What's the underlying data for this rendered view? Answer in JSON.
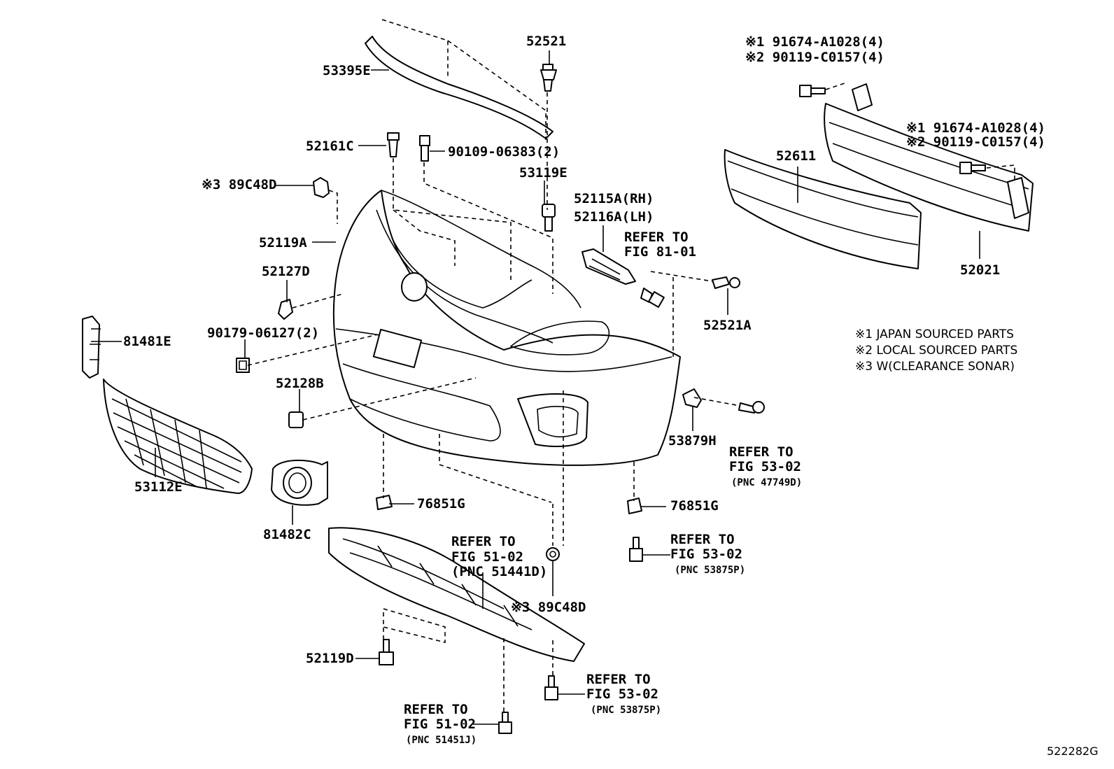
{
  "labels": {
    "p53395E": "53395E",
    "p52521": "52521",
    "p52161C": "52161C",
    "p90109": "90109-06383(2)",
    "p53119E": "53119E",
    "p389C48D_top": "※3 89C48D",
    "p52119A": "52119A",
    "p52127D": "52127D",
    "p90179": "90179-06127(2)",
    "p81481E": "81481E",
    "p52128B": "52128B",
    "p53112E": "53112E",
    "p81482C": "81482C",
    "p52115A": "52115A(RH)",
    "p52116A": "52116A(LH)",
    "p52521A": "52521A",
    "p53879H": "53879H",
    "p76851G_left": "76851G",
    "p76851G_right": "76851G",
    "p389C48D_bottom": "※3 89C48D",
    "p52119D": "52119D",
    "p52611": "52611",
    "p52021": "52021",
    "p191674_top": "※1 91674-A1028(4)",
    "p290119_top": "※2 90119-C0157(4)",
    "p191674_right": "※1 91674-A1028(4)",
    "p290119_right": "※2 90119-C0157(4)"
  },
  "refers": {
    "fig8101": {
      "line1": "REFER TO",
      "line2": "FIG 81-01"
    },
    "fig5302a": {
      "line1": "REFER TO",
      "line2": "FIG 53-02",
      "line3": "(PNC 47749D)"
    },
    "fig5102a": {
      "line1": "REFER TO",
      "line2": "FIG 51-02",
      "line3": "(PNC 51441D)"
    },
    "fig5302b": {
      "line1": "REFER TO",
      "line2": "FIG 53-02",
      "line3": "(PNC 53875P)"
    },
    "fig5302c": {
      "line1": "REFER TO",
      "line2": "FIG 53-02",
      "line3": "(PNC 53875P)"
    },
    "fig5102b": {
      "line1": "REFER TO",
      "line2": "FIG 51-02",
      "line3": "(PNC 51451J)"
    }
  },
  "legend": {
    "note1": "※1 JAPAN SOURCED PARTS",
    "note2": "※2 LOCAL SOURCED PARTS",
    "note3": "※3 W(CLEARANCE SONAR)"
  },
  "figure_id": "522282G"
}
